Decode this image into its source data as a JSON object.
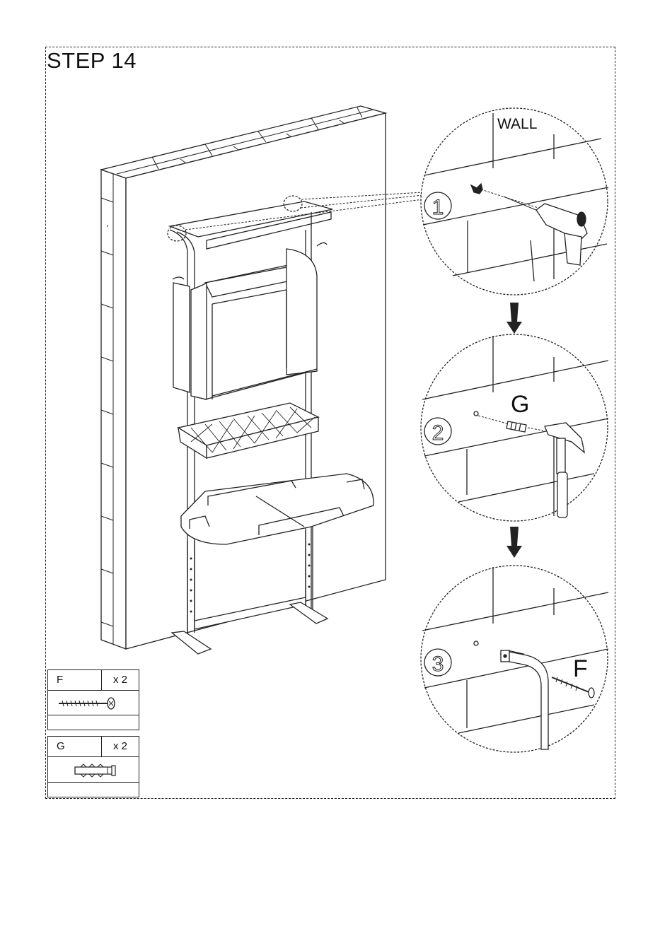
{
  "step_title": "STEP 14",
  "wall_label": "WALL",
  "details": [
    {
      "number": "1",
      "part": ""
    },
    {
      "number": "2",
      "part": "G"
    },
    {
      "number": "3",
      "part": "F"
    }
  ],
  "parts": [
    {
      "letter": "F",
      "qty": "x 2",
      "icon": "screw-icon"
    },
    {
      "letter": "G",
      "qty": "x 2",
      "icon": "wall-anchor-icon"
    }
  ]
}
